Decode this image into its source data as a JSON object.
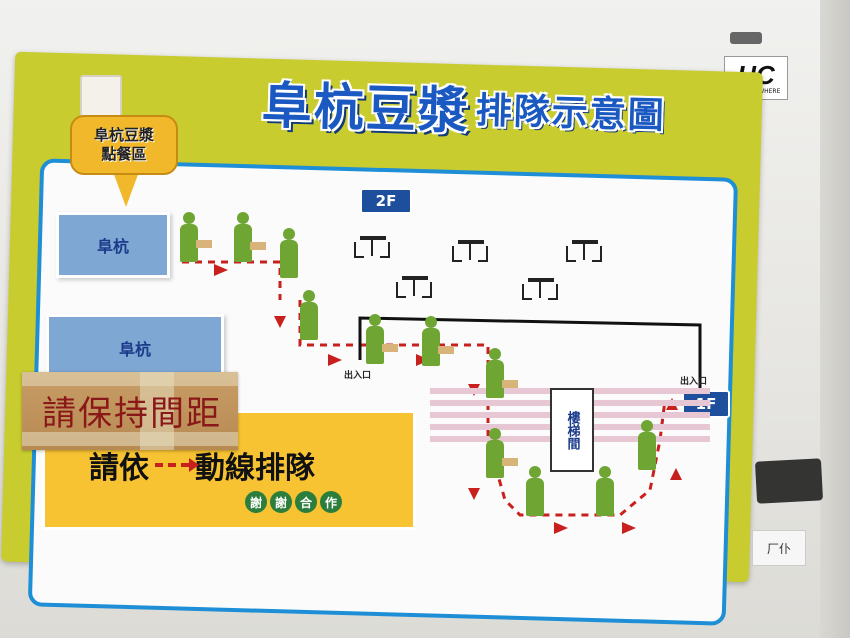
{
  "poster": {
    "title_main": "阜杭豆漿",
    "title_sub": "排隊示意圖",
    "order_bubble": {
      "line1": "阜杭豆漿",
      "line2": "點餐區"
    },
    "shop_labels": [
      "阜杭",
      "阜杭"
    ],
    "floor_2": "2F",
    "floor_1": "1F",
    "exit_labels": [
      "出入口",
      "出入口"
    ],
    "stairs_label": "樓梯間",
    "instruction": {
      "before_arrow": "請依",
      "after_arrow": "動線排隊"
    },
    "thanks_chars": [
      "謝",
      "謝",
      "合",
      "作"
    ]
  },
  "cardboard_sign": "請保持間距",
  "wall_sticker": {
    "brand": "HC",
    "tagline": "IS EVERYWHERE"
  },
  "wall_note": "厂仆",
  "colors": {
    "poster_green": "#c9cc2f",
    "border_blue": "#1e8ed6",
    "title_blue": "#1a58c2",
    "route_red": "#c8201d",
    "person_green": "#6ea533",
    "panel_yellow": "#f7c332"
  }
}
